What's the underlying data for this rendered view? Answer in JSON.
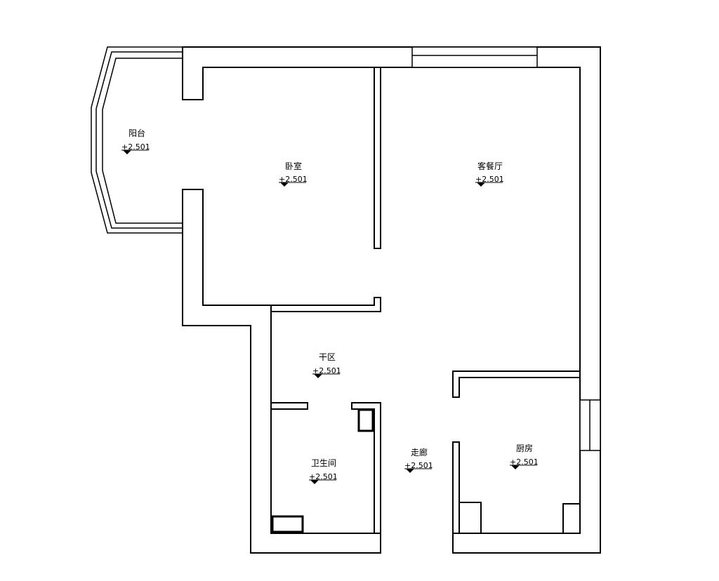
{
  "rooms": [
    {
      "id": "balcony",
      "name": "阳台",
      "elevation": "+2.501"
    },
    {
      "id": "bedroom",
      "name": "卧室",
      "elevation": "+2.501"
    },
    {
      "id": "living-dining",
      "name": "客餐厅",
      "elevation": "+2.501"
    },
    {
      "id": "dry-area",
      "name": "干区",
      "elevation": "+2.501"
    },
    {
      "id": "bathroom",
      "name": "卫生间",
      "elevation": "+2.501"
    },
    {
      "id": "corridor",
      "name": "走廊",
      "elevation": "+2.501"
    },
    {
      "id": "kitchen",
      "name": "厨房",
      "elevation": "+2.501"
    }
  ]
}
